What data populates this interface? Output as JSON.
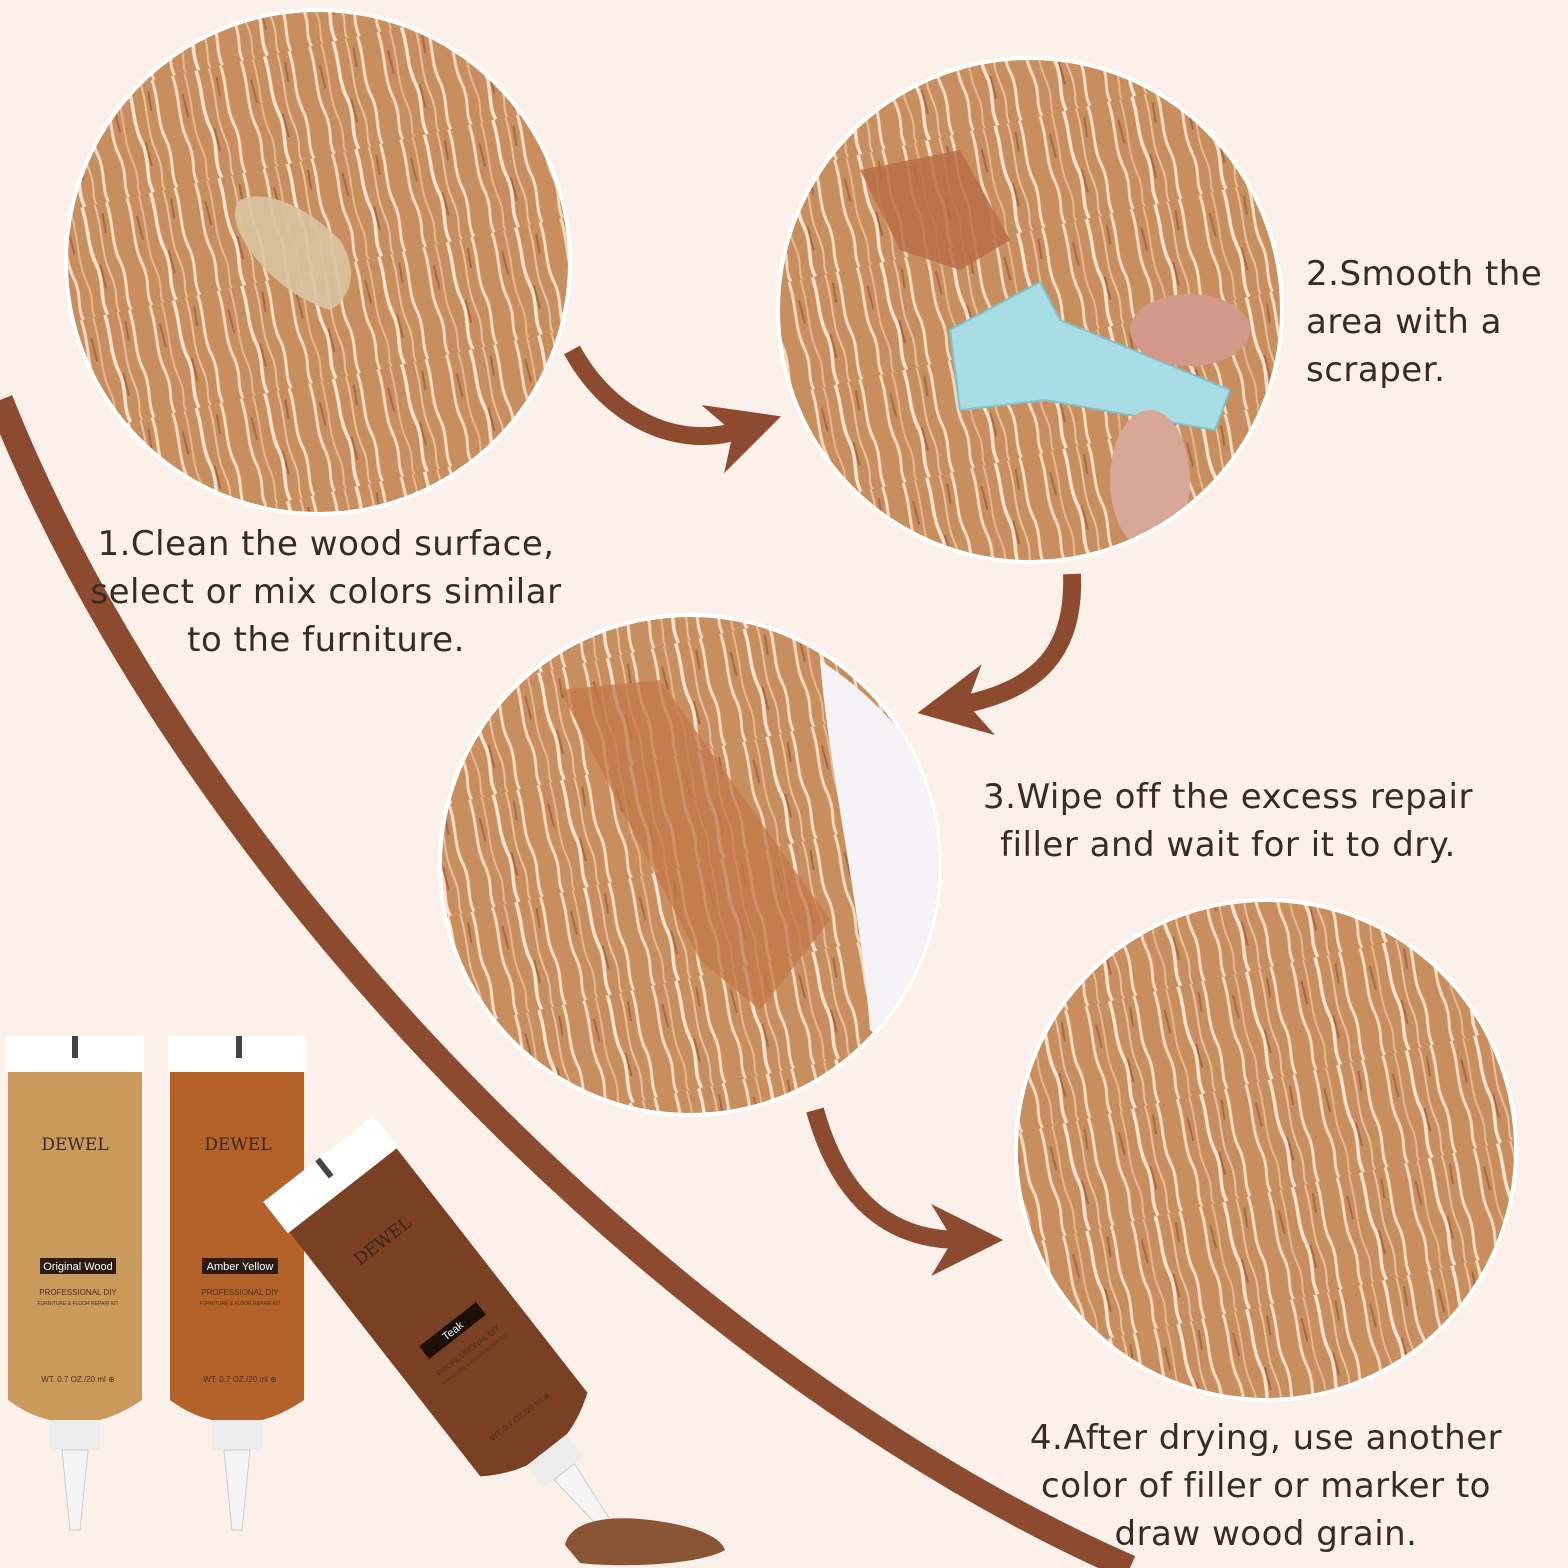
{
  "steps": [
    {
      "lines": [
        "1.Clean the wood surface,",
        "select or mix colors similar",
        "to the furniture."
      ]
    },
    {
      "lines": [
        "2.Smooth the",
        "area with a",
        "scraper."
      ]
    },
    {
      "lines": [
        "3.Wipe off the excess repair",
        "filler and wait for it to dry."
      ]
    },
    {
      "lines": [
        "4.After drying, use another",
        "color of filler or marker to",
        "draw wood grain."
      ]
    }
  ],
  "products": [
    {
      "brand": "DEWEL",
      "color_name": "Original Wood",
      "line1": "PROFESSIONAL DIY",
      "line2": "FURNITURE & FLOOR REPAIR KIT",
      "weight": "WT. 0.7 OZ./20 ml ⊕",
      "tube_color": "#c99a5c"
    },
    {
      "brand": "DEWEL",
      "color_name": "Amber Yellow",
      "line1": "PROFESSIONAL DIY",
      "line2": "FURNITURE & FLOOR REPAIR KIT",
      "weight": "WT. 0.7 OZ./20 ml ⊕",
      "tube_color": "#b3622a"
    },
    {
      "brand": "DEWEL",
      "color_name": "Teak",
      "line1": "PROFESSIONAL DIY",
      "line2": "FURNITURE & FLOOR REPAIR KIT",
      "weight": "WT. 0.7 OZ./20 ml ⊕",
      "tube_color": "#7a4023"
    }
  ],
  "colors": {
    "background": "#fbf0ea",
    "accent": "#8c4a2f",
    "text": "#3a2a24"
  }
}
